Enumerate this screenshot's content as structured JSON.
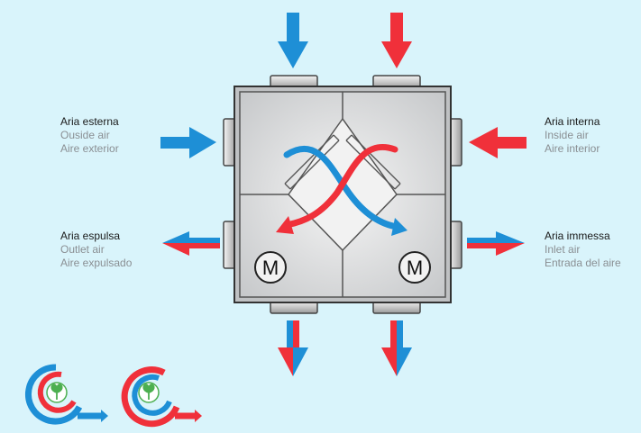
{
  "labels": {
    "outside": {
      "primary": "Aria esterna",
      "english": "Ouside air",
      "spanish": "Aire exterior"
    },
    "inside": {
      "primary": "Aria interna",
      "english": "Inside air",
      "spanish": "Aire interior"
    },
    "exhaust": {
      "primary": "Aria espulsa",
      "english": "Outlet air",
      "spanish": "Aire expulsado"
    },
    "supply": {
      "primary": "Aria immessa",
      "english": "Inlet air",
      "spanish": "Entrada del aire"
    }
  },
  "motors": {
    "left": "M",
    "right": "M"
  },
  "colors": {
    "background": "#d9f4fb",
    "blue_flow": "#1e8fd6",
    "red_flow": "#f0303a",
    "unit_body": "#d7d9db",
    "unit_frame": "#3a3a3a",
    "logo_green": "#4caf50"
  },
  "icons": [
    "fan-motor-icon",
    "heat-exchanger-icon",
    "recovery-logo-icon"
  ]
}
